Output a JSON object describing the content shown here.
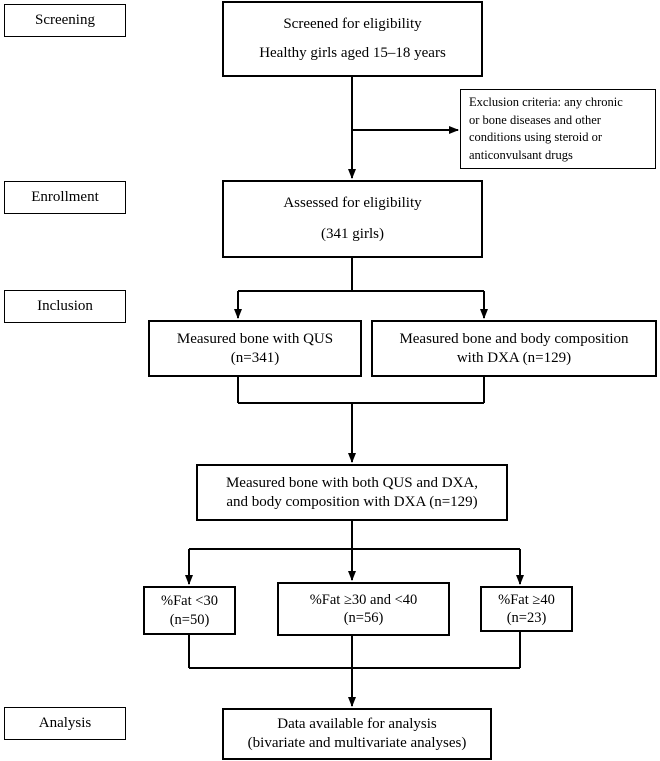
{
  "stages": {
    "screening": "Screening",
    "enrollment": "Enrollment",
    "inclusion": "Inclusion",
    "analysis": "Analysis"
  },
  "boxes": {
    "screened": [
      "Screened for eligibility",
      "Healthy girls aged 15–18 years"
    ],
    "exclusion": [
      "Exclusion criteria: any chronic",
      "or bone diseases and other",
      "conditions using steroid or",
      "anticonvulsant drugs"
    ],
    "assessed": [
      "Assessed for eligibility",
      "(341 girls)"
    ],
    "qus": [
      "Measured bone with QUS",
      "(n=341)"
    ],
    "dxa": [
      "Measured bone and body composition",
      "with DXA (n=129)"
    ],
    "both": [
      "Measured bone with both QUS and DXA,",
      "and body composition with DXA (n=129)"
    ],
    "fat_low": [
      "%Fat <30",
      "(n=50)"
    ],
    "fat_mid": [
      "%Fat ≥30 and <40",
      "(n=56)"
    ],
    "fat_high": [
      "%Fat ≥40",
      "(n=23)"
    ],
    "analysis": [
      "Data available for analysis",
      "(bivariate and multivariate analyses)"
    ]
  }
}
